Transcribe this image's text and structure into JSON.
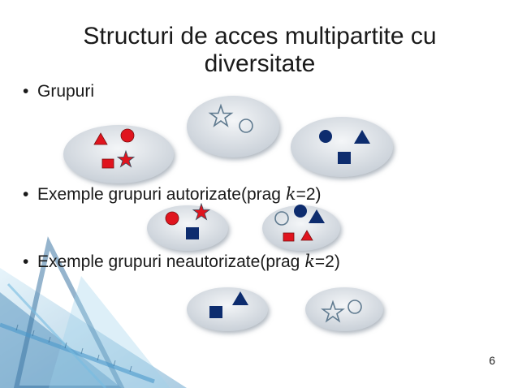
{
  "slide": {
    "title_line1": "Structuri de acces multipartite cu",
    "title_line2": "diversitate",
    "bullet1": "Grupuri",
    "bullet2_pre": "Exemple grupuri autorizate(prag ",
    "bullet2_var": "k",
    "bullet2_post": "=2)",
    "bullet3_pre": "Exemple grupuri neautorizate(prag ",
    "bullet3_var": "k",
    "bullet3_post": "=2)",
    "page_number": "6"
  },
  "colors": {
    "red": "#e0141e",
    "blue": "#0d2c6e",
    "ellipse": "#d7dde3",
    "shape_outline": "#5f7a8f"
  }
}
